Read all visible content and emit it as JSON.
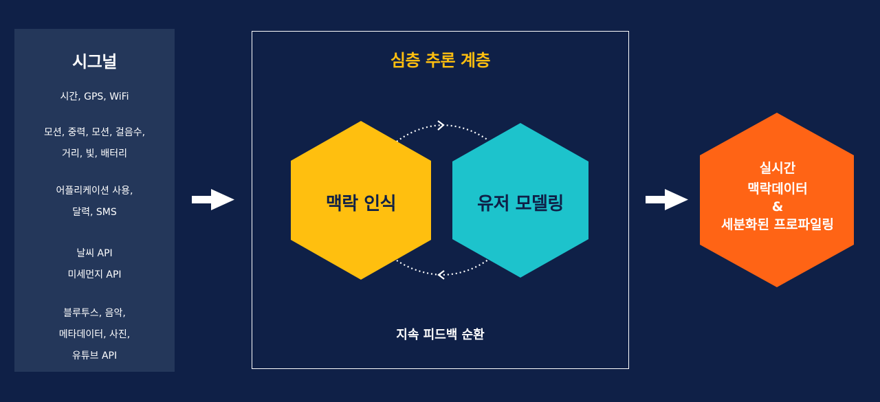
{
  "signals": {
    "title": "시그널",
    "groups": [
      [
        "시간, GPS, WiFi"
      ],
      [
        "모션, 중력, 모션, 걸음수,",
        "거리, 빛, 배터리"
      ],
      [
        "어플리케이션 사용,",
        "달력, SMS"
      ],
      [
        "날씨 API",
        "미세먼지  API"
      ],
      [
        "블루투스, 음악,",
        "메타데이터, 사진,",
        "유튜브 API"
      ]
    ]
  },
  "engine": {
    "title": "심층 추론 계층",
    "context_label": "맥락 인식",
    "user_label": "유저 모델링",
    "footer": "지속 피드백 순환"
  },
  "output": {
    "lines": [
      "실시간",
      "맥락데이터",
      "&",
      "세분화된 프로파일링"
    ]
  },
  "colors": {
    "background": "#0f2047",
    "panel": "#24375a",
    "title_accent": "#ffbf0f",
    "context_hex": "#ffbf0f",
    "user_hex": "#1dc3cc",
    "output_hex": "#ff6415"
  }
}
